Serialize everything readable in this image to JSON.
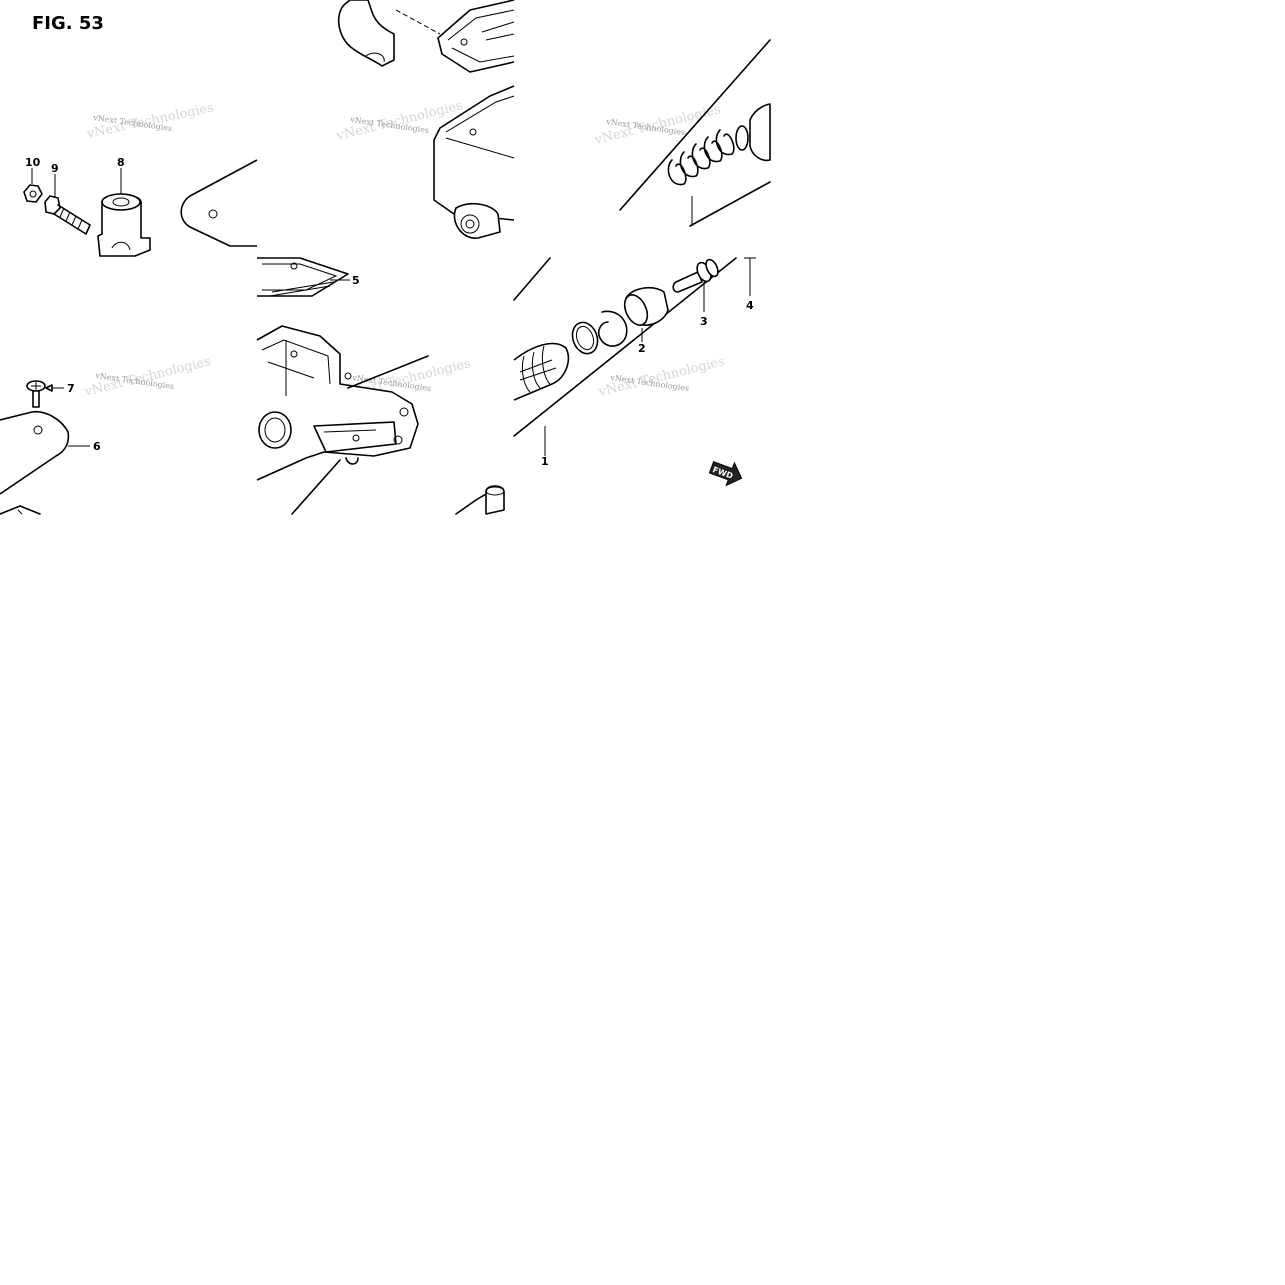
{
  "figure": {
    "title": "FIG. 53",
    "watermark": "vNext Technologies",
    "fwd_label": "FWD"
  },
  "callouts": {
    "c1": "1",
    "c2": "2",
    "c3": "3",
    "c4": "4",
    "c5": "5",
    "c6": "6",
    "c7": "7",
    "c8": "8",
    "c9": "9",
    "c10": "10"
  },
  "icons": {
    "fwd_arrow": "fwd-arrow-icon"
  }
}
